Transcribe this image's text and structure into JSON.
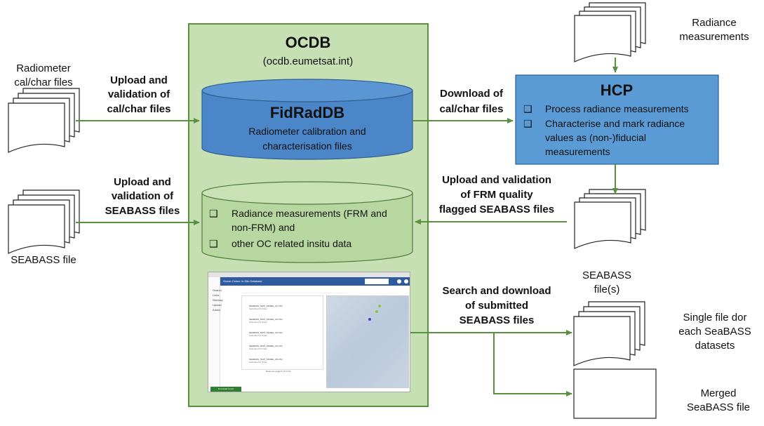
{
  "colors": {
    "ocdb_fill": "#c6e0b4",
    "ocdb_border": "#5a9140",
    "db_blue": "#4a86c8",
    "db_green": "#b7d7a0",
    "hcp_blue": "#5b9bd5",
    "arrow_green": "#5a9140"
  },
  "ocdb": {
    "title": "OCDB",
    "url": "(ocdb.eumetsat.int)"
  },
  "fidraddb": {
    "title": "FidRadDB",
    "desc_line1": "Radiometer calibration and",
    "desc_line2": "characterisation files"
  },
  "insitu_db": {
    "item1_line1": "Radiance measurements (FRM and",
    "item1_line2": "non-FRM) and",
    "item2": "other OC related insitu data",
    "bullet": "❑"
  },
  "hcp": {
    "title": "HCP",
    "item1": "Process radiance measurements",
    "item2_line1": "Characterise and mark radiance",
    "item2_line2": "values as (non-)fiducial",
    "item2_line3": "measurements",
    "bullet": "❑"
  },
  "docs": {
    "radiometer_line1": "Radiometer",
    "radiometer_line2": "cal/char files",
    "seabass_file": "SEABASS file",
    "radiance_line1": "Radiance",
    "radiance_line2": "measurements",
    "seabass_files_line1": "SEABASS",
    "seabass_files_line2": "file(s)",
    "single_line1": "Single file dor",
    "single_line2": "each SeaBASS",
    "single_line3": "datasets",
    "merged_line1": "Merged",
    "merged_line2": "SeaBASS file"
  },
  "arrows": {
    "upload_calchar_line1": "Upload and",
    "upload_calchar_line2": "validation of",
    "upload_calchar_line3": "cal/char files",
    "download_calchar_line1": "Download of",
    "download_calchar_line2": "cal/char files",
    "upload_seabass_line1": "Upload and",
    "upload_seabass_line2": "validation of",
    "upload_seabass_line3": "SEABASS files",
    "upload_frm_line1": "Upload and validation",
    "upload_frm_line2": "of FRM quality",
    "upload_frm_line3": "flagged SEABASS files",
    "search_line1": "Search and download",
    "search_line2": "of submitted",
    "search_line3": "SEABASS files"
  },
  "screenshot": {
    "header_title": "Ocean Colour In-Situ Database",
    "nav_items": [
      "Search",
      "Links",
      "Sitemap",
      "Upload",
      "Admin"
    ],
    "rows": [
      {
        "name": "SEABASS_TEST_MODEL_01.CSV",
        "sub": "Submitted 07:24pm"
      },
      {
        "name": "SEABASS_TEST_MODEL_02.CSV",
        "sub": "Submitted 07:24pm"
      },
      {
        "name": "SEABASS_TEST_MODEL_03.CSV",
        "sub": "Submitted 07:24pm"
      },
      {
        "name": "SEABASS_TEST_MODEL_04.CSV",
        "sub": "Submitted 07:24pm"
      },
      {
        "name": "SEABASS_TEST_MODEL_05.CSV",
        "sub": "Submitted 07:24pm"
      }
    ],
    "footer": "Rows per page  5  1-5 of 10",
    "bottom_button": "Download Count"
  }
}
